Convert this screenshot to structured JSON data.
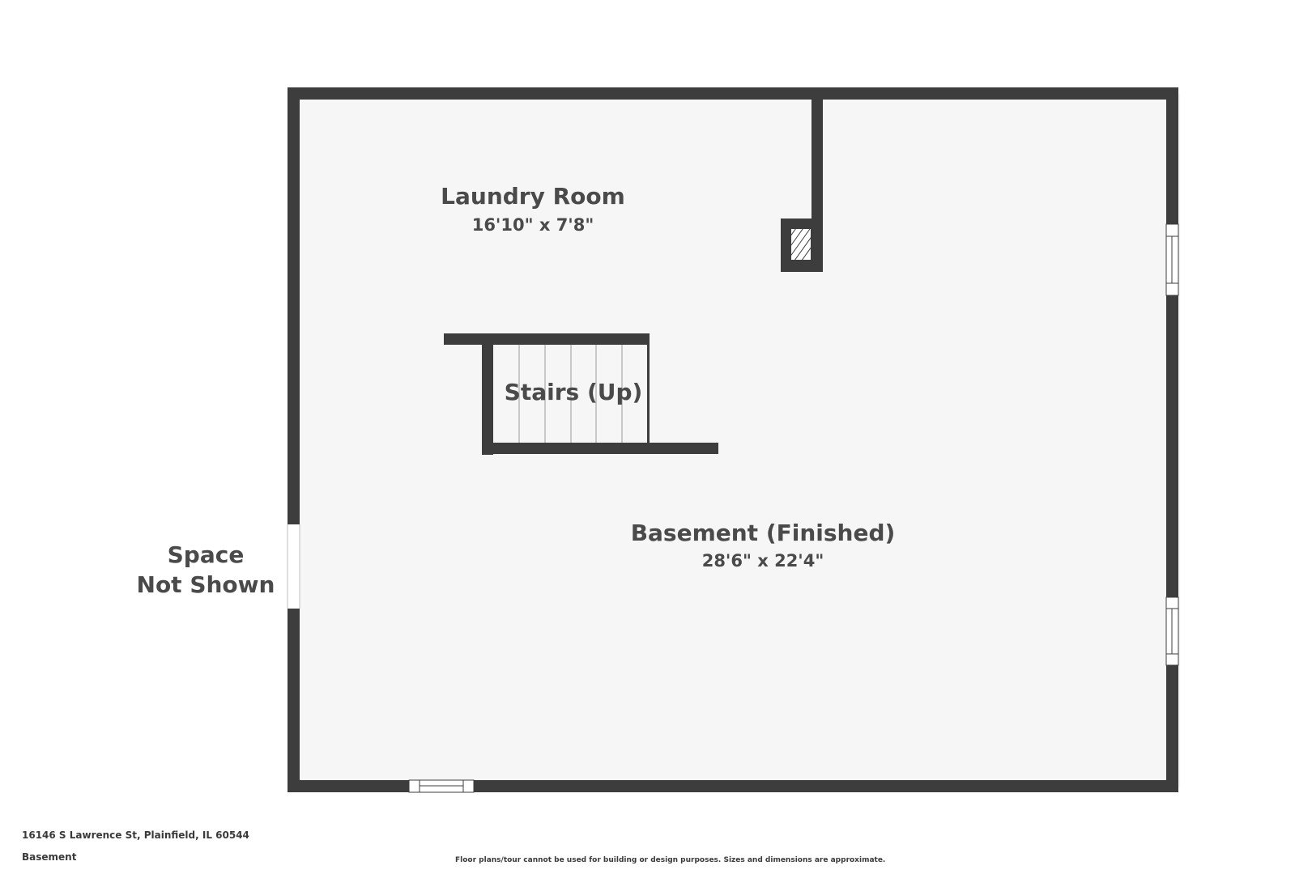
{
  "rooms": {
    "laundry": {
      "name": "Laundry Room",
      "dimensions": "16'10\" x 7'8\""
    },
    "stairs": {
      "name": "Stairs (Up)"
    },
    "basement": {
      "name": "Basement (Finished)",
      "dimensions": "28'6\" x 22'4\""
    },
    "space_not_shown": {
      "line1": "Space",
      "line2": "Not Shown"
    }
  },
  "footer": {
    "address": "16146 S Lawrence St, Plainfield, IL 60544",
    "floor": "Basement",
    "disclaimer": "Floor plans/tour cannot be used for building or design purposes. Sizes and dimensions are approximate."
  },
  "colors": {
    "wall": "#3d3d3d",
    "floor": "#f6f6f6",
    "text": "#4a4a4a"
  }
}
